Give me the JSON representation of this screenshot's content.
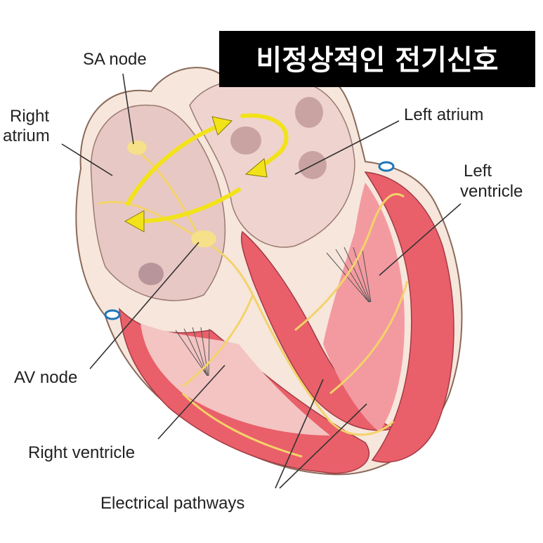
{
  "title": "비정상적인 전기신호",
  "labels": {
    "sa_node": "SA node",
    "right_atrium_1": "Right",
    "right_atrium_2": "atrium",
    "left_atrium": "Left atrium",
    "left_ventricle_1": "Left",
    "left_ventricle_2": "ventricle",
    "av_node": "AV node",
    "right_ventricle": "Right ventricle",
    "electrical_pathways": "Electrical pathways"
  },
  "colors": {
    "muscle": "#e9606a",
    "muscle_light": "#f39aa0",
    "wall": "#f6e6dc",
    "chamber": "#efd3cf",
    "pathway": "#f3d36a",
    "arrow": "#f2e21a",
    "title_bg": "#000000"
  }
}
